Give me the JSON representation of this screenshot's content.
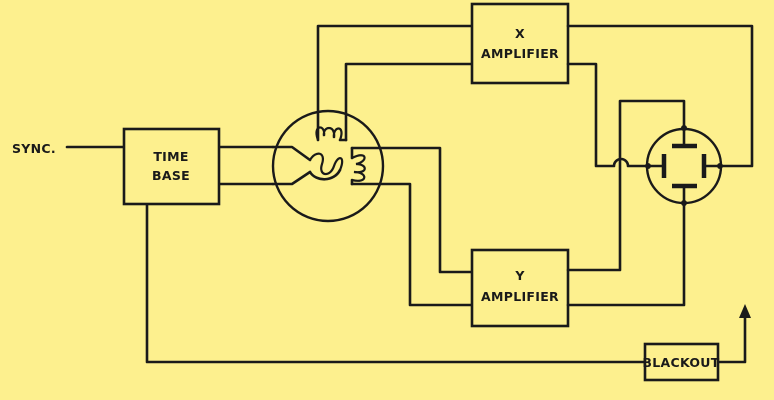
{
  "labels": {
    "sync": "SYNC.",
    "time_base_line1": "TIME",
    "time_base_line2": "BASE",
    "x_amp_line1": "X",
    "x_amp_line2": "AMPLIFIER",
    "y_amp_line1": "Y",
    "y_amp_line2": "AMPLIFIER",
    "blackout": "BLACKOUT"
  },
  "colors": {
    "background": "#fdf08e",
    "ink": "#1a1a1a"
  }
}
